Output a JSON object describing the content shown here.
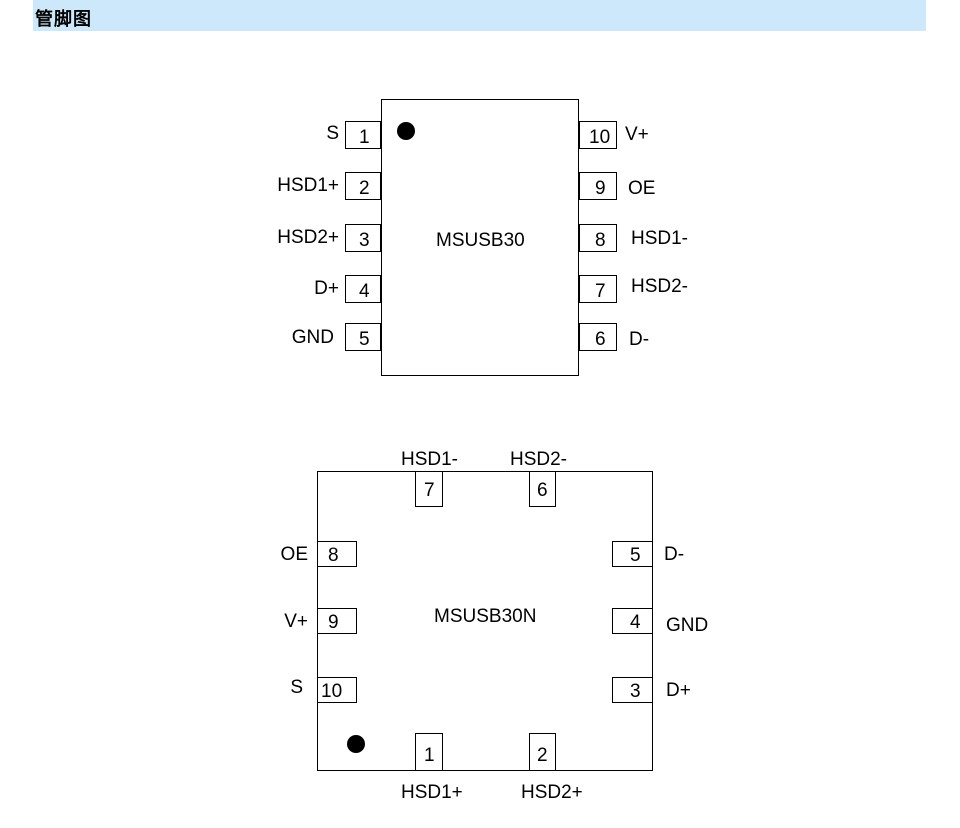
{
  "header": {
    "title": "管脚图"
  },
  "colors": {
    "header_bg": "#cde8fb",
    "line": "#000000",
    "dot": "#000000"
  },
  "soic": {
    "name": "MSUSB30",
    "pins": [
      {
        "number": "1",
        "label": "S"
      },
      {
        "number": "2",
        "label": "HSD1+"
      },
      {
        "number": "3",
        "label": "HSD2+"
      },
      {
        "number": "4",
        "label": "D+"
      },
      {
        "number": "5",
        "label": "GND"
      },
      {
        "number": "6",
        "label": "D-"
      },
      {
        "number": "7",
        "label": "HSD2-"
      },
      {
        "number": "8",
        "label": "HSD1-"
      },
      {
        "number": "9",
        "label": "OE"
      },
      {
        "number": "10",
        "label": "V+"
      }
    ]
  },
  "qfn": {
    "name": "MSUSB30N",
    "pins": [
      {
        "number": "1",
        "label": "HSD1+"
      },
      {
        "number": "2",
        "label": "HSD2+"
      },
      {
        "number": "3",
        "label": "D+"
      },
      {
        "number": "4",
        "label": "GND"
      },
      {
        "number": "5",
        "label": "D-"
      },
      {
        "number": "6",
        "label": "HSD2-"
      },
      {
        "number": "7",
        "label": "HSD1-"
      },
      {
        "number": "8",
        "label": "OE"
      },
      {
        "number": "9",
        "label": "V+"
      },
      {
        "number": "10",
        "label": "S"
      }
    ]
  }
}
